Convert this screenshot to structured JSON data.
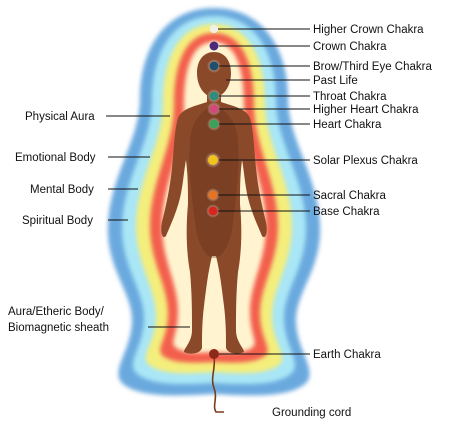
{
  "aura_colors": {
    "spiritual": "#6aa9de",
    "mental": "#a9e6f6",
    "emotional": "#f4ee7c",
    "physical_aura": "#f35f4d",
    "etheric": "#fff4cf",
    "body": "#8a4a2a",
    "body_shadow": "#5e2b16",
    "grounding_cord": "#7a3b1a"
  },
  "right_labels": {
    "higher_crown": "Higher Crown Chakra",
    "crown": "Crown Chakra",
    "brow": "Brow/Third Eye Chakra",
    "past_life": "Past Life",
    "throat": "Throat Chakra",
    "higher_heart": "Higher Heart Chakra",
    "heart": "Heart Chakra",
    "solar_plexus": "Solar Plexus Chakra",
    "sacral": "Sacral Chakra",
    "base": "Base Chakra",
    "earth": "Earth Chakra",
    "grounding_cord": "Grounding cord"
  },
  "left_labels": {
    "physical_aura": "Physical Aura",
    "emotional_body": "Emotional Body",
    "mental_body": "Mental Body",
    "spiritual_body": "Spiritual Body",
    "etheric_line1": "Aura/Etheric Body/",
    "etheric_line2": "Biomagnetic sheath"
  },
  "chakra_colors": {
    "higher_crown": "#f2eee8",
    "crown": "#4b2a7a",
    "brow": "#1f4f6e",
    "throat": "#2e8c7c",
    "higher_heart": "#d24a7a",
    "heart": "#3aa35a",
    "solar_plexus": "#f2c21c",
    "sacral": "#e5731f",
    "base": "#d8261e",
    "earth": "#8b2a18"
  }
}
